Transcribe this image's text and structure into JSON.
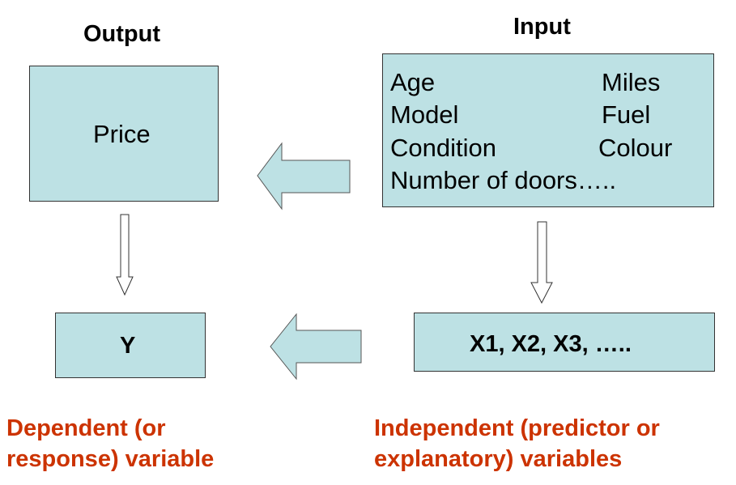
{
  "headings": {
    "output": "Output",
    "input": "Input"
  },
  "price_box": {
    "label": "Price"
  },
  "input_box": {
    "variables": {
      "age": "Age",
      "miles": "Miles",
      "model": "Model",
      "fuel": "Fuel",
      "condition": "Condition",
      "colour": "Colour",
      "doors": "Number of doors….."
    }
  },
  "y_box": {
    "label": "Y"
  },
  "x_box": {
    "label": "X1, X2, X3, ….."
  },
  "captions": {
    "dependent": [
      "Dependent (or",
      "response) variable"
    ],
    "independent": [
      "Independent (predictor or",
      "explanatory) variables"
    ]
  },
  "colors": {
    "box_fill": "#bde1e4",
    "caption": "#cc3300"
  }
}
